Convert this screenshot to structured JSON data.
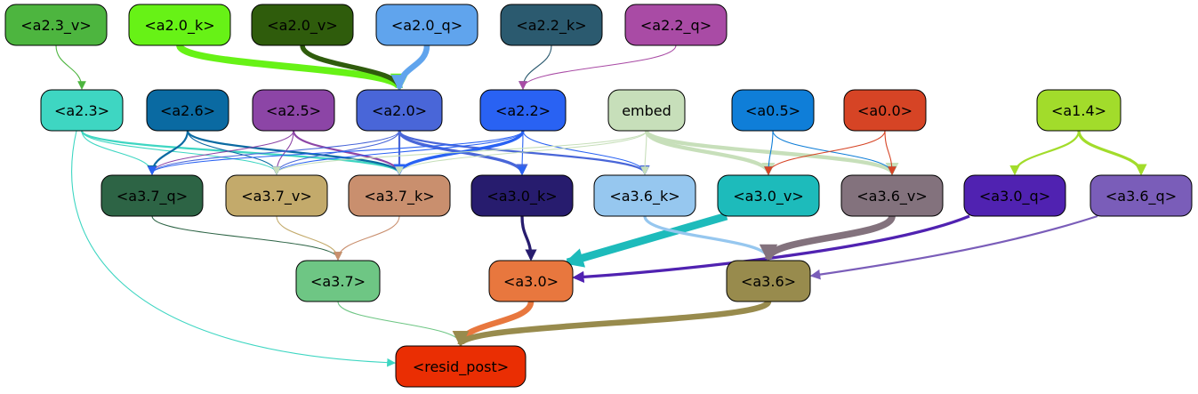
{
  "nodes": [
    {
      "id": "a2_3_v",
      "label": "<a2.3_v>",
      "fill": "#4db53f",
      "text": "#000000"
    },
    {
      "id": "a2_0_k",
      "label": "<a2.0_k>",
      "fill": "#67f216",
      "text": "#000000"
    },
    {
      "id": "a2_0_v",
      "label": "<a2.0_v>",
      "fill": "#2f5c0c",
      "text": "#000000"
    },
    {
      "id": "a2_0_q",
      "label": "<a2.0_q>",
      "fill": "#60a4ed",
      "text": "#000000"
    },
    {
      "id": "a2_2_k",
      "label": "<a2.2_k>",
      "fill": "#2b5a6f",
      "text": "#000000"
    },
    {
      "id": "a2_2_q",
      "label": "<a2.2_q>",
      "fill": "#a94ba5",
      "text": "#000000"
    },
    {
      "id": "a2_3",
      "label": "<a2.3>",
      "fill": "#3ed6c2",
      "text": "#000000"
    },
    {
      "id": "a2_6",
      "label": "<a2.6>",
      "fill": "#0a6aa2",
      "text": "#000000"
    },
    {
      "id": "a2_5",
      "label": "<a2.5>",
      "fill": "#8c45a6",
      "text": "#000000"
    },
    {
      "id": "a2_0",
      "label": "<a2.0>",
      "fill": "#4966d8",
      "text": "#000000"
    },
    {
      "id": "a2_2",
      "label": "<a2.2>",
      "fill": "#2962f3",
      "text": "#000000"
    },
    {
      "id": "embed",
      "label": "embed",
      "fill": "#c7dfba",
      "text": "#000000"
    },
    {
      "id": "a0_5",
      "label": "<a0.5>",
      "fill": "#0f7ed8",
      "text": "#000000"
    },
    {
      "id": "a0_0",
      "label": "<a0.0>",
      "fill": "#d64425",
      "text": "#000000"
    },
    {
      "id": "a1_4",
      "label": "<a1.4>",
      "fill": "#a2dc2b",
      "text": "#000000"
    },
    {
      "id": "a3_7_q",
      "label": "<a3.7_q>",
      "fill": "#2d6445",
      "text": "#000000"
    },
    {
      "id": "a3_7_v",
      "label": "<a3.7_v>",
      "fill": "#c3aa6b",
      "text": "#000000"
    },
    {
      "id": "a3_7_k",
      "label": "<a3.7_k>",
      "fill": "#c98f6e",
      "text": "#000000"
    },
    {
      "id": "a3_0_k",
      "label": "<a3.0_k>",
      "fill": "#271c6e",
      "text": "#000000"
    },
    {
      "id": "a3_6_k",
      "label": "<a3.6_k>",
      "fill": "#96c7ef",
      "text": "#000000"
    },
    {
      "id": "a3_0_v",
      "label": "<a3.0_v>",
      "fill": "#1dbbbb",
      "text": "#000000"
    },
    {
      "id": "a3_6_v",
      "label": "<a3.6_v>",
      "fill": "#83727d",
      "text": "#000000"
    },
    {
      "id": "a3_0_q",
      "label": "<a3.0_q>",
      "fill": "#5022b1",
      "text": "#000000"
    },
    {
      "id": "a3_6_q",
      "label": "<a3.6_q>",
      "fill": "#7a5db9",
      "text": "#000000"
    },
    {
      "id": "a3_7",
      "label": "<a3.7>",
      "fill": "#6ec684",
      "text": "#000000"
    },
    {
      "id": "a3_0",
      "label": "<a3.0>",
      "fill": "#e8773e",
      "text": "#000000"
    },
    {
      "id": "a3_6",
      "label": "<a3.6>",
      "fill": "#988b4d",
      "text": "#000000"
    },
    {
      "id": "resid_post",
      "label": "<resid_post>",
      "fill": "#ea2e03",
      "text": "#000000"
    }
  ],
  "edges": [
    {
      "from": "a2_3_v",
      "to": "a2_3",
      "color": "#4db53f",
      "weight": 1
    },
    {
      "from": "a2_0_k",
      "to": "a2_0",
      "color": "#67f216",
      "weight": 7
    },
    {
      "from": "a2_0_v",
      "to": "a2_0",
      "color": "#2f5c0c",
      "weight": 5
    },
    {
      "from": "a2_0_q",
      "to": "a2_0",
      "color": "#60a4ed",
      "weight": 6
    },
    {
      "from": "a2_2_k",
      "to": "a2_2",
      "color": "#2b5a6f",
      "weight": 1
    },
    {
      "from": "a2_2_q",
      "to": "a2_2",
      "color": "#a94ba5",
      "weight": 1
    },
    {
      "from": "a2_3",
      "to": "a3_7_q",
      "color": "#3ed6c2",
      "weight": 1
    },
    {
      "from": "a2_3",
      "to": "a3_7_v",
      "color": "#3ed6c2",
      "weight": 1
    },
    {
      "from": "a2_3",
      "to": "a3_7_k",
      "color": "#3ed6c2",
      "weight": 2
    },
    {
      "from": "a2_3",
      "to": "resid_post",
      "color": "#3ed6c2",
      "weight": 1
    },
    {
      "from": "a2_6",
      "to": "a3_7_q",
      "color": "#0a6aa2",
      "weight": 2
    },
    {
      "from": "a2_6",
      "to": "a3_7_v",
      "color": "#0a6aa2",
      "weight": 1
    },
    {
      "from": "a2_6",
      "to": "a3_7_k",
      "color": "#0a6aa2",
      "weight": 2
    },
    {
      "from": "a2_5",
      "to": "a3_7_q",
      "color": "#8c45a6",
      "weight": 1
    },
    {
      "from": "a2_5",
      "to": "a3_7_v",
      "color": "#8c45a6",
      "weight": 1
    },
    {
      "from": "a2_5",
      "to": "a3_7_k",
      "color": "#8c45a6",
      "weight": 2
    },
    {
      "from": "a2_0",
      "to": "a3_7_q",
      "color": "#4966d8",
      "weight": 1
    },
    {
      "from": "a2_0",
      "to": "a3_7_v",
      "color": "#4966d8",
      "weight": 1
    },
    {
      "from": "a2_0",
      "to": "a3_7_k",
      "color": "#4966d8",
      "weight": 2
    },
    {
      "from": "a2_0",
      "to": "a3_0_k",
      "color": "#4966d8",
      "weight": 3
    },
    {
      "from": "a2_0",
      "to": "a3_6_k",
      "color": "#4966d8",
      "weight": 2
    },
    {
      "from": "a2_2",
      "to": "a3_7_q",
      "color": "#2962f3",
      "weight": 1
    },
    {
      "from": "a2_2",
      "to": "a3_7_v",
      "color": "#2962f3",
      "weight": 1
    },
    {
      "from": "a2_2",
      "to": "a3_7_k",
      "color": "#2962f3",
      "weight": 3
    },
    {
      "from": "a2_2",
      "to": "a3_0_k",
      "color": "#2962f3",
      "weight": 1
    },
    {
      "from": "a2_2",
      "to": "a3_6_k",
      "color": "#2962f3",
      "weight": 1
    },
    {
      "from": "embed",
      "to": "a3_7_v",
      "color": "#c7dfba",
      "weight": 1
    },
    {
      "from": "embed",
      "to": "a3_7_k",
      "color": "#c7dfba",
      "weight": 1
    },
    {
      "from": "embed",
      "to": "a3_6_k",
      "color": "#c7dfba",
      "weight": 1
    },
    {
      "from": "embed",
      "to": "a3_0_v",
      "color": "#c7dfba",
      "weight": 4
    },
    {
      "from": "embed",
      "to": "a3_6_v",
      "color": "#c7dfba",
      "weight": 4
    },
    {
      "from": "a0_5",
      "to": "a3_0_v",
      "color": "#0f7ed8",
      "weight": 1
    },
    {
      "from": "a0_5",
      "to": "a3_6_v",
      "color": "#0f7ed8",
      "weight": 1
    },
    {
      "from": "a0_0",
      "to": "a3_0_v",
      "color": "#d64425",
      "weight": 1
    },
    {
      "from": "a0_0",
      "to": "a3_6_v",
      "color": "#d64425",
      "weight": 1
    },
    {
      "from": "a1_4",
      "to": "a3_0_q",
      "color": "#a2dc2b",
      "weight": 2
    },
    {
      "from": "a1_4",
      "to": "a3_6_q",
      "color": "#a2dc2b",
      "weight": 3
    },
    {
      "from": "a3_7_q",
      "to": "a3_7",
      "color": "#2d6445",
      "weight": 1
    },
    {
      "from": "a3_7_v",
      "to": "a3_7",
      "color": "#c3aa6b",
      "weight": 1
    },
    {
      "from": "a3_7_k",
      "to": "a3_7",
      "color": "#c98f6e",
      "weight": 1
    },
    {
      "from": "a3_0_k",
      "to": "a3_0",
      "color": "#271c6e",
      "weight": 3
    },
    {
      "from": "a3_0_v",
      "to": "a3_0",
      "color": "#1dbbbb",
      "weight": 8
    },
    {
      "from": "a3_0_q",
      "to": "a3_0",
      "color": "#5022b1",
      "weight": 3
    },
    {
      "from": "a3_6_k",
      "to": "a3_6",
      "color": "#96c7ef",
      "weight": 3
    },
    {
      "from": "a3_6_v",
      "to": "a3_6",
      "color": "#83727d",
      "weight": 7
    },
    {
      "from": "a3_6_q",
      "to": "a3_6",
      "color": "#7a5db9",
      "weight": 2
    },
    {
      "from": "a3_7",
      "to": "resid_post",
      "color": "#6ec684",
      "weight": 1
    },
    {
      "from": "a3_0",
      "to": "resid_post",
      "color": "#e8773e",
      "weight": 6
    },
    {
      "from": "a3_6",
      "to": "resid_post",
      "color": "#988b4d",
      "weight": 6
    }
  ]
}
